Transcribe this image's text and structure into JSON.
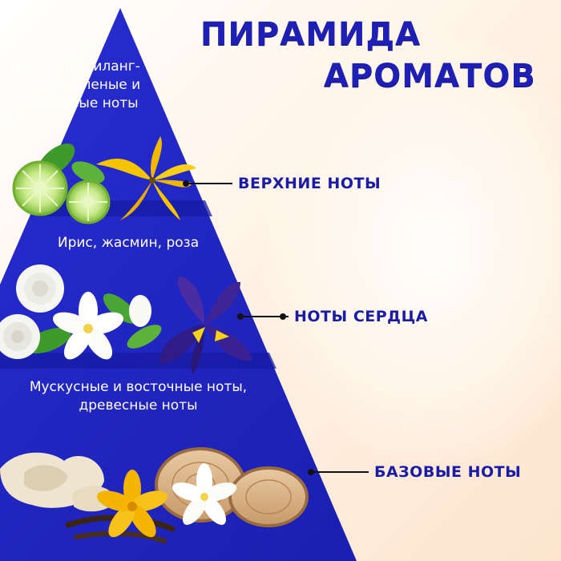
{
  "title": {
    "line1": "ПИРАМИДА",
    "line2": "АРОМАТОВ"
  },
  "tiers": [
    {
      "description": "Бергамот, иланг-иланг, зеленые и фруктовые ноты",
      "label": "ВЕРХНИЕ НОТЫ",
      "illustrations": [
        "bergamot",
        "ylang-ylang-flower",
        "green-leaves"
      ]
    },
    {
      "description": "Ирис, жасмин, роза",
      "label": "НОТЫ СЕРДЦА",
      "illustrations": [
        "white-rose",
        "jasmine-flower",
        "iris-flower",
        "green-leaves"
      ]
    },
    {
      "description": "Мускусные и восточные ноты, древесные ноты",
      "label": "БАЗОВЫЕ НОТЫ",
      "illustrations": [
        "musk-resin",
        "wood-slice",
        "vanilla-pod",
        "yellow-flower",
        "white-flower"
      ]
    }
  ],
  "colors": {
    "pyramid": "#1f24c8",
    "pyramid_dark": "#161a9e",
    "title": "#1e1fb3",
    "label": "#1b1ca6",
    "tier_text": "#ffffff",
    "connector": "#111111",
    "background": "#fde9d6"
  }
}
